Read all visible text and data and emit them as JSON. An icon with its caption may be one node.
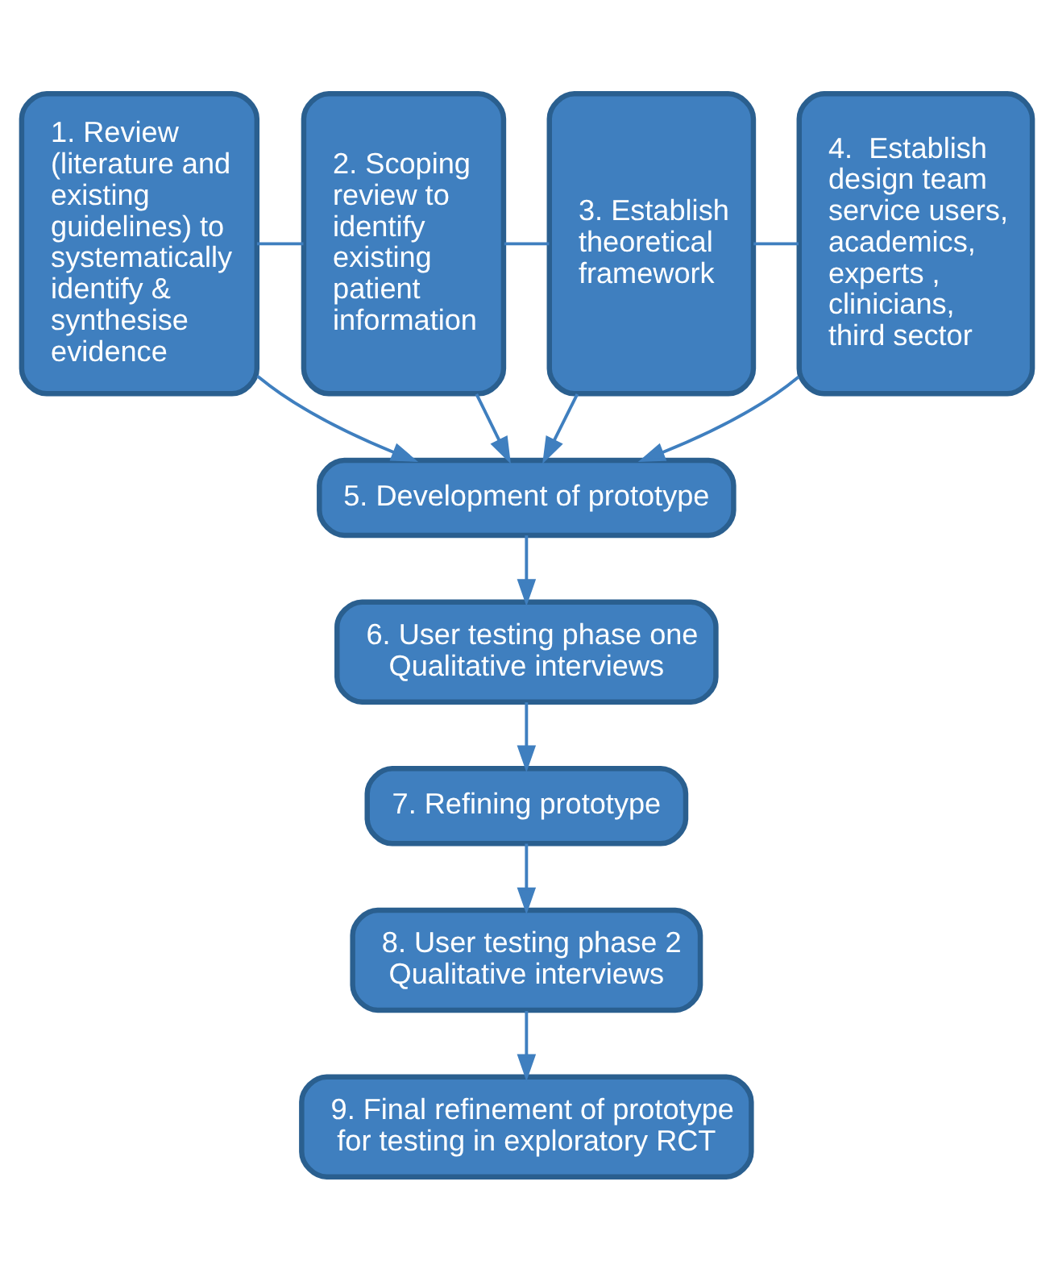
{
  "diagram": {
    "nodes": [
      {
        "text": [
          "1. Review (literature and existing guidelines) to systematically identify & synthesise evidence"
        ]
      },
      {
        "text": [
          "2. Scoping review to identify existing patient information"
        ]
      },
      {
        "text": [
          "3. Establish theoretical framework"
        ]
      },
      {
        "text": [
          "4.  Establish design team service users, academics, experts , clinicians, third sector"
        ]
      },
      {
        "text": [
          "5. Development of prototype"
        ]
      },
      {
        "text": [
          "6. User testing phase one Qualitative interviews"
        ]
      },
      {
        "text": [
          "7. Refining prototype"
        ]
      },
      {
        "text": [
          "8. User testing phase 2 Qualitative interviews"
        ]
      },
      {
        "text": [
          "9. Final refinement of prototype for testing in exploratory RCT"
        ]
      }
    ],
    "edges": [
      {
        "from": 0,
        "to": 1,
        "arrow": "none"
      },
      {
        "from": 1,
        "to": 2,
        "arrow": "none"
      },
      {
        "from": 2,
        "to": 3,
        "arrow": "none"
      },
      {
        "from": 0,
        "to": 4,
        "arrow": "to"
      },
      {
        "from": 1,
        "to": 4,
        "arrow": "to"
      },
      {
        "from": 2,
        "to": 4,
        "arrow": "to"
      },
      {
        "from": 3,
        "to": 4,
        "arrow": "to"
      },
      {
        "from": 4,
        "to": 5,
        "arrow": "to"
      },
      {
        "from": 5,
        "to": 6,
        "arrow": "to"
      },
      {
        "from": 6,
        "to": 7,
        "arrow": "to"
      },
      {
        "from": 7,
        "to": 8,
        "arrow": "to"
      }
    ]
  }
}
